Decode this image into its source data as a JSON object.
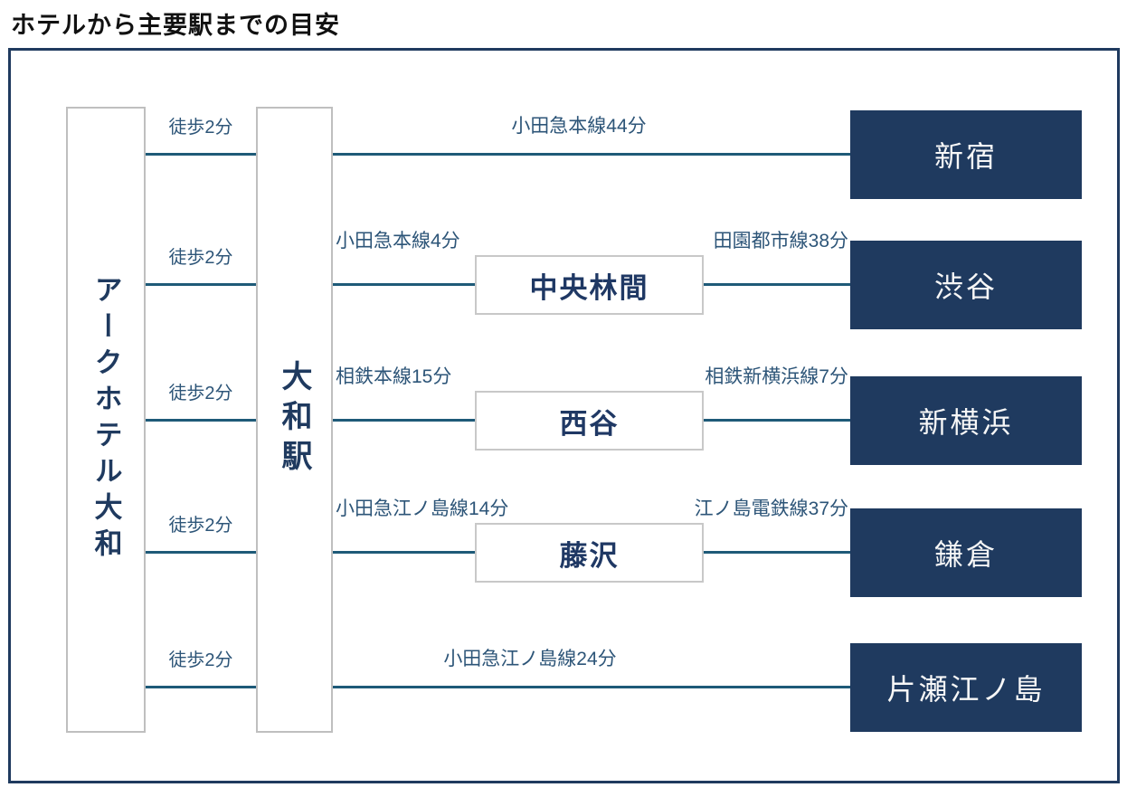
{
  "page_title": "ホテルから主要駅までの目安",
  "colors": {
    "navy_box": "#1f3a5f",
    "line": "#1e5a78",
    "label_text": "#2d5578",
    "via_text": "#1f3864",
    "box_border": "#bfbfbf",
    "title_text": "#111111"
  },
  "hotel": {
    "name": "アークホテル大和"
  },
  "origin_station": {
    "name": "大和駅"
  },
  "rows": [
    {
      "walk": "徒歩2分",
      "segment1": "小田急本線44分",
      "via": null,
      "segment2": null,
      "destination": "新宿"
    },
    {
      "walk": "徒歩2分",
      "segment1": "小田急本線4分",
      "via": "中央林間",
      "segment2": "田園都市線38分",
      "destination": "渋谷"
    },
    {
      "walk": "徒歩2分",
      "segment1": "相鉄本線15分",
      "via": "西谷",
      "segment2": "相鉄新横浜線7分",
      "destination": "新横浜"
    },
    {
      "walk": "徒歩2分",
      "segment1": "小田急江ノ島線14分",
      "via": "藤沢",
      "segment2": "江ノ島電鉄線37分",
      "destination": "鎌倉"
    },
    {
      "walk": "徒歩2分",
      "segment1": "小田急江ノ島線24分",
      "via": null,
      "segment2": null,
      "destination": "片瀬江ノ島"
    }
  ]
}
